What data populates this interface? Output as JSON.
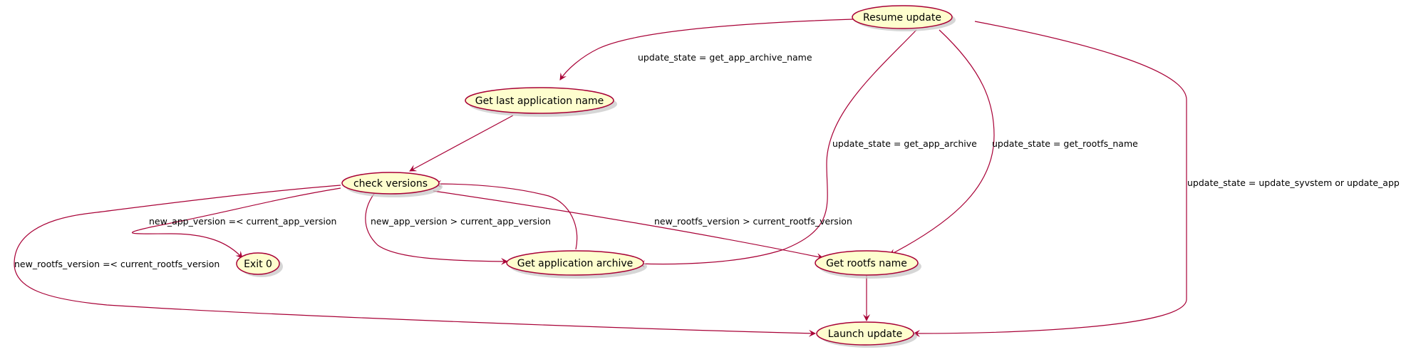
{
  "diagram": {
    "colors": {
      "node_fill": "#FEFECE",
      "node_border": "#A80036",
      "edge": "#A80036",
      "text": "#000000"
    },
    "nodes": {
      "resume_update": "Resume update",
      "get_last_app_name": "Get last application name",
      "check_versions": "check versions",
      "exit_0": "Exit 0",
      "get_app_archive": "Get application archive",
      "get_rootfs_name": "Get rootfs name",
      "launch_update": "Launch update"
    },
    "edges": {
      "resume_to_last_app_name": "update_state = get_app_archive_name",
      "resume_to_app_archive": "update_state = get_app_archive",
      "resume_to_rootfs_name": "update_state = get_rootfs_name",
      "resume_to_launch": "update_state = update_syvstem or update_app",
      "last_app_name_to_check": "",
      "check_to_exit": "new_app_version =< current_app_version",
      "check_to_app_archive": "new_app_version > current_app_version",
      "check_to_rootfs_name": "new_rootfs_version > current_rootfs_version",
      "check_to_launch": "new_rootfs_version =< current_rootfs_version",
      "app_archive_to_check": "",
      "rootfs_name_to_launch": ""
    }
  }
}
